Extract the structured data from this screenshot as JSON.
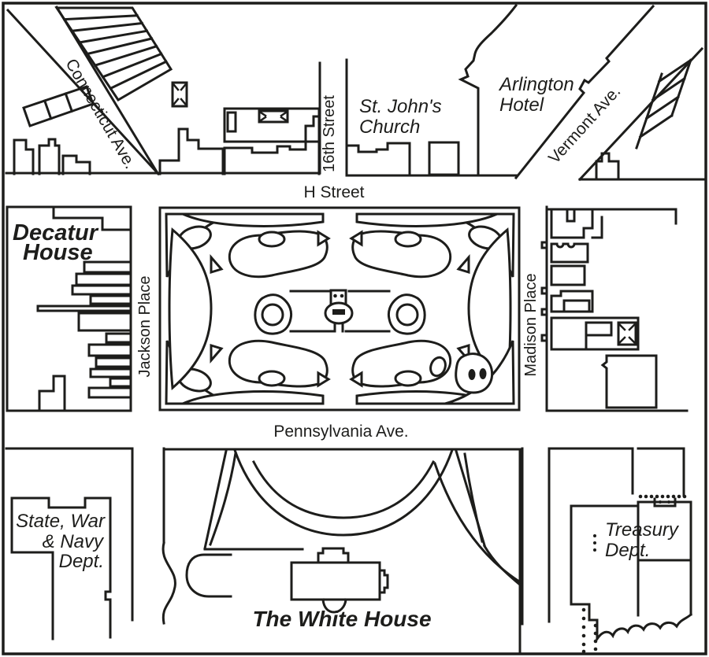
{
  "colors": {
    "ink": "#1d1d1b",
    "background": "#ffffff"
  },
  "labels": {
    "connecticut_ave": "Connecticut Ave.",
    "sixteenth_street": "16th Street",
    "st_johns_church": [
      "St. John's",
      "Church"
    ],
    "arlington_hotel": [
      "Arlington",
      "Hotel"
    ],
    "vermont_ave": "Vermont Ave.",
    "h_street": "H Street",
    "decatur_house": [
      "Decatur",
      "House"
    ],
    "jackson_place": "Jackson Place",
    "madison_place": "Madison Place",
    "pennsylvania_ave": "Pennsylvania Ave.",
    "state_war_navy": [
      "State, War",
      "& Navy",
      "Dept."
    ],
    "treasury_dept": [
      "Treasury",
      "Dept."
    ],
    "white_house": "The White House"
  }
}
